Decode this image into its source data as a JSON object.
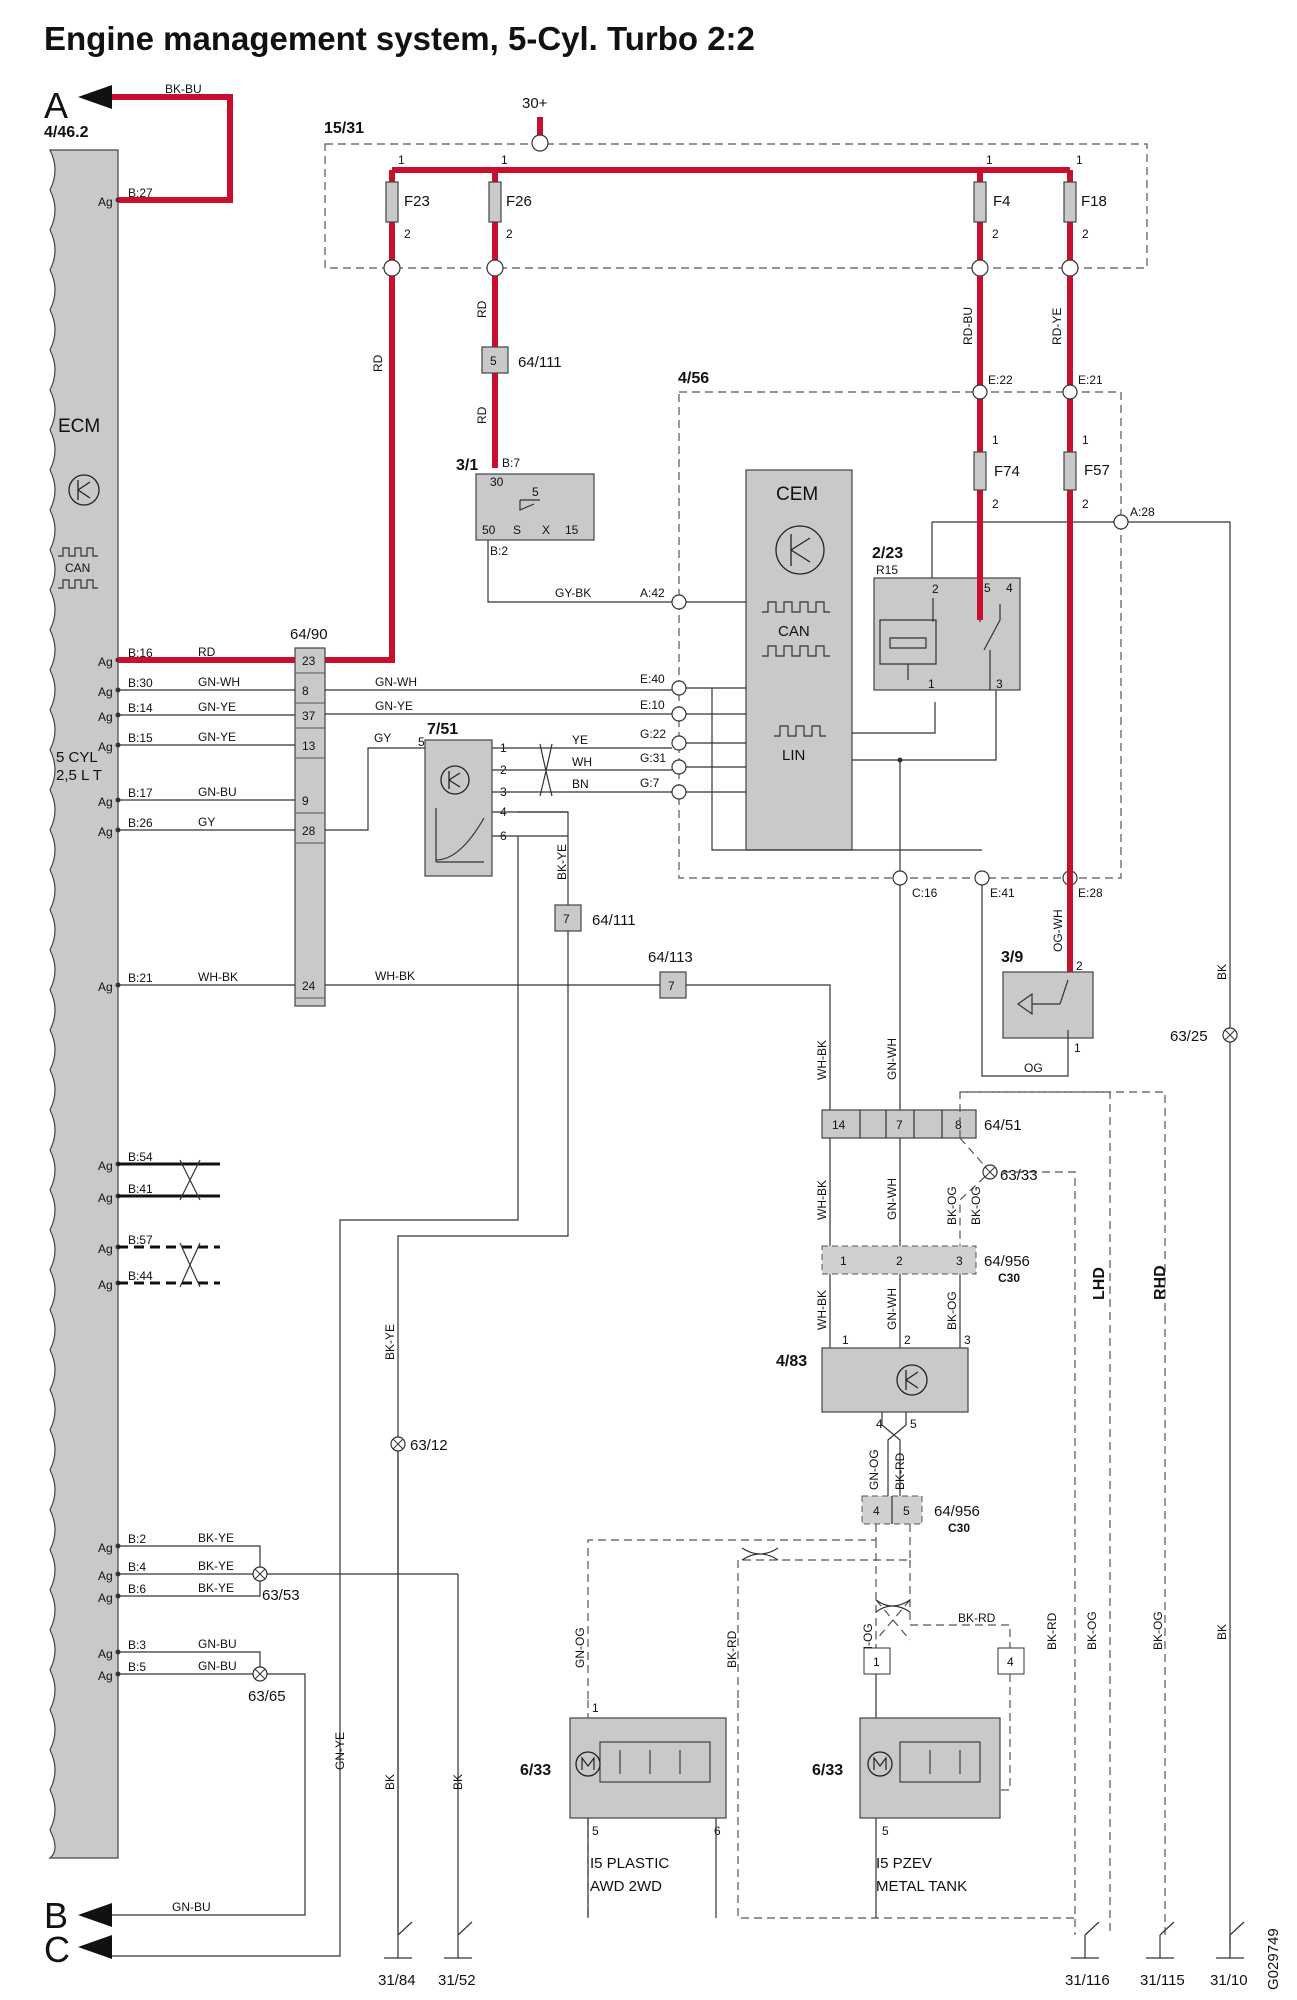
{
  "title": "Engine management system, 5-Cyl. Turbo 2:2",
  "doc_id": "G029749",
  "ecm": {
    "ref": "4/46.2",
    "label": "ECM",
    "can": "CAN",
    "variant_line1": "5 CYL",
    "variant_line2": "2,5 L T",
    "pin_prefix": "Ag",
    "pins": [
      "B:27",
      "B:16",
      "B:30",
      "B:14",
      "B:15",
      "B:17",
      "B:26",
      "B:21",
      "B:54",
      "B:41",
      "B:57",
      "B:44",
      "B:2",
      "B:4",
      "B:6",
      "B:3",
      "B:5"
    ],
    "wire_colors": [
      "RD",
      "GN-WH",
      "GN-YE",
      "GN-YE",
      "GN-BU",
      "GY",
      "WH-BK",
      "BK-YE",
      "BK-YE",
      "BK-YE",
      "GN-BU",
      "GN-BU"
    ]
  },
  "arrows": {
    "a": "A",
    "b": "B",
    "c": "C",
    "a_wire": "BK-BU",
    "b_wire": "GN-BU"
  },
  "fusebox": {
    "ref": "15/31",
    "supply": "30+",
    "fuses": [
      "F23",
      "F26",
      "F4",
      "F18"
    ],
    "pin1": "1",
    "pin2": "2",
    "wires": [
      "RD",
      "RD",
      "RD-BU",
      "RD-YE"
    ]
  },
  "connectors": {
    "c64_111": "64/111",
    "c64_111_pin_a": "5",
    "c64_111_pin_b": "7",
    "c64_90": "64/90",
    "c64_90_pins": [
      "23",
      "8",
      "37",
      "13",
      "9",
      "28",
      "24"
    ],
    "c64_113": "64/113",
    "c64_113_pin": "7",
    "c64_51": "64/51",
    "c64_51_pins": [
      "14",
      "7",
      "8"
    ],
    "c64_956": "64/956",
    "c64_956_pins": [
      "1",
      "2",
      "3"
    ],
    "c64_956_pins_b": [
      "4",
      "5"
    ],
    "c30": "C30"
  },
  "ignition": {
    "ref": "3/1",
    "pin": "B:7",
    "t30": "30",
    "t5": "5",
    "t50": "50",
    "ts": "S",
    "tx": "X",
    "t15": "15",
    "pin_b": "B:2"
  },
  "cem": {
    "ref": "4/56",
    "label": "CEM",
    "can": "CAN",
    "lin": "LIN",
    "fuses": [
      "F74",
      "F57"
    ],
    "pins": [
      "E:22",
      "E:21",
      "A:28",
      "A:42",
      "E:40",
      "E:10",
      "G:22",
      "G:31",
      "G:7",
      "C:16",
      "E:41",
      "E:28"
    ]
  },
  "relay": {
    "ref": "2/23",
    "sub": "R15",
    "pins": [
      "2",
      "5",
      "4",
      "1",
      "3"
    ]
  },
  "throttle": {
    "ref": "7/51",
    "pins": [
      "5",
      "1",
      "2",
      "3",
      "4",
      "6"
    ],
    "wires": [
      "GY",
      "YE",
      "WH",
      "BN",
      "BK-YE"
    ]
  },
  "brake_switch": {
    "ref": "3/9",
    "pins": [
      "2",
      "1"
    ],
    "wires": [
      "OG-WH",
      "OG"
    ]
  },
  "pump_ctrl": {
    "ref": "4/83",
    "pins": [
      "1",
      "2",
      "3",
      "4",
      "5"
    ]
  },
  "pumps": {
    "ref": "6/33",
    "left_caption1": "I5 PLASTIC",
    "left_caption2": "AWD 2WD",
    "right_caption1": "I5 PZEV",
    "right_caption2": "METAL TANK",
    "pin1": "1",
    "pin4": "4",
    "pin5": "5",
    "pin6": "6"
  },
  "grounds": {
    "splices": [
      "63/25",
      "63/33",
      "63/12",
      "63/53",
      "63/65"
    ],
    "points": [
      "31/84",
      "31/52",
      "31/116",
      "31/115",
      "31/10"
    ],
    "lhd": "LHD",
    "rhd": "RHD"
  },
  "wire_labels": {
    "wh_bk": "WH-BK",
    "gn_wh": "GN-WH",
    "bk_og": "BK-OG",
    "gn_og": "GN-OG",
    "bk_rd": "BK-RD",
    "bk_ye": "BK-YE",
    "gn_ye": "GN-YE",
    "gy_bk": "GY-BK",
    "bk": "BK"
  }
}
